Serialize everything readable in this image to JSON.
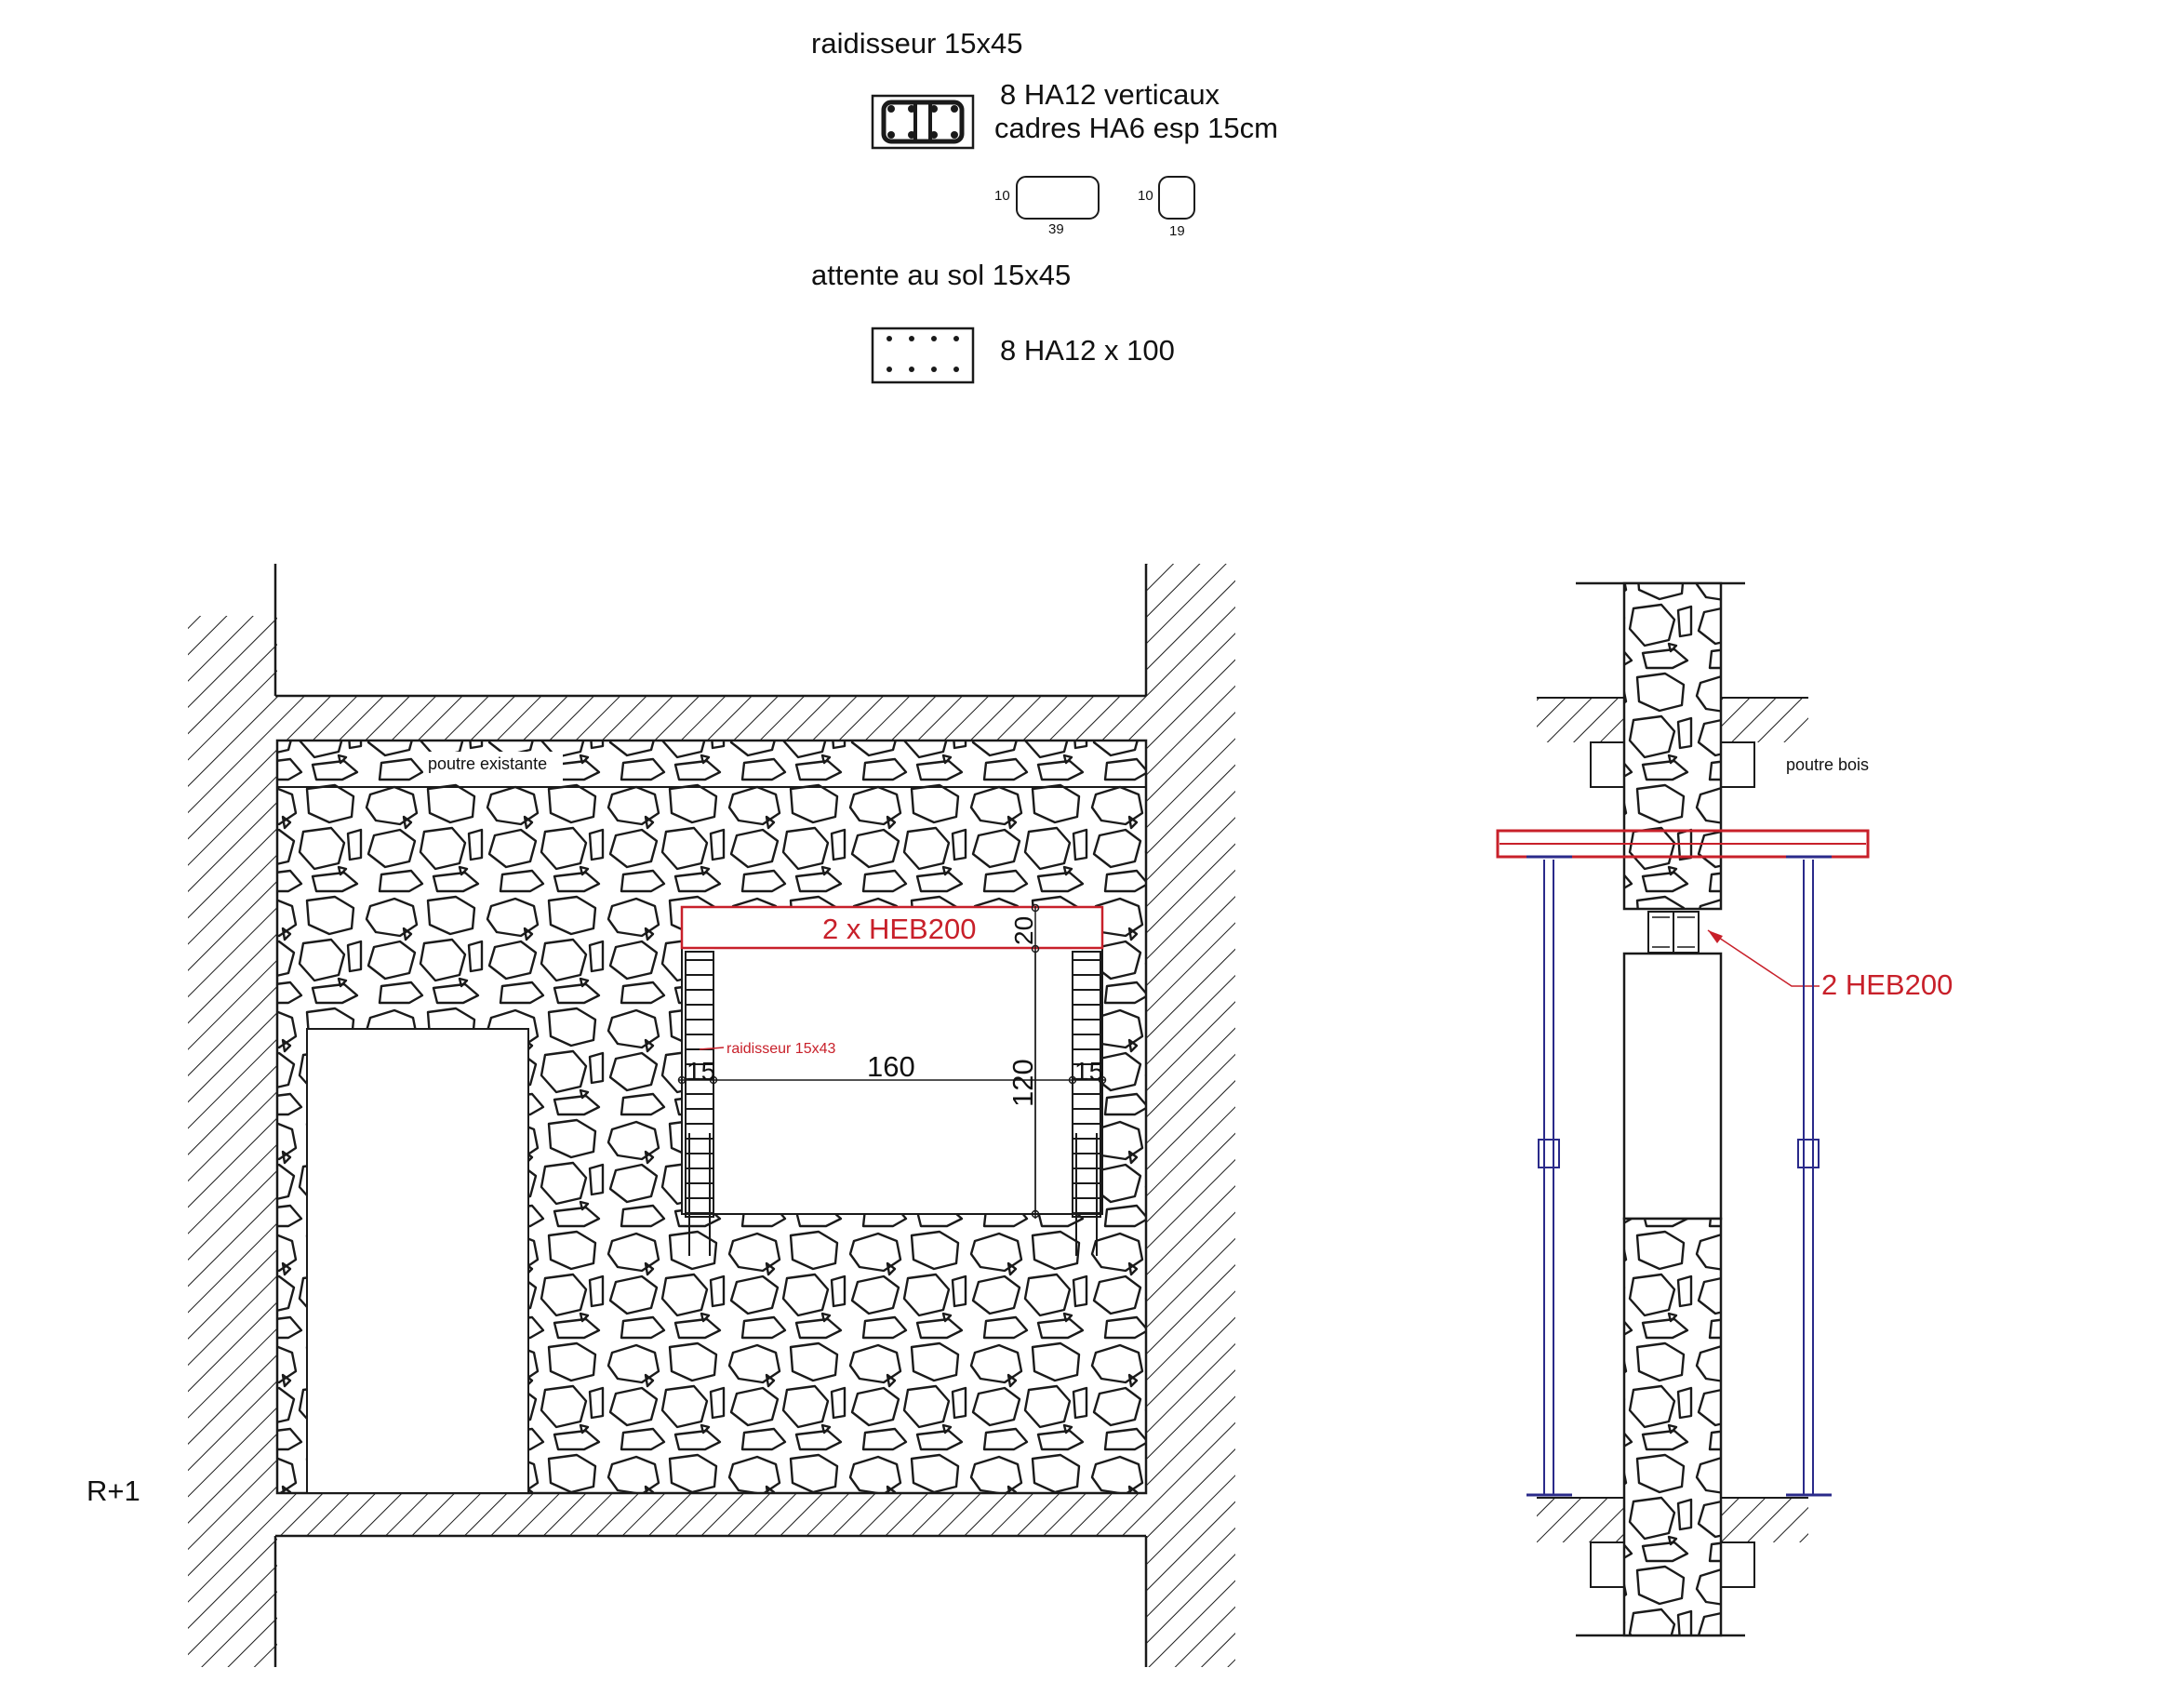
{
  "legend": {
    "raidisseur_title": "raidisseur 15x45",
    "raidisseur_line1": "8 HA12 verticaux",
    "raidisseur_line2": "cadres HA6 esp 15cm",
    "frame_a_height": "10",
    "frame_a_width": "39",
    "frame_b_height": "10",
    "frame_b_width": "19",
    "attente_title": "attente au sol 15x45",
    "attente_line": "8 HA12 x 100"
  },
  "elevation": {
    "beam_label": "poutre existante",
    "lintel_label": "2 x HEB200",
    "stiffener_label": "raidisseur 15x43",
    "dim_left": "15",
    "dim_width": "160",
    "dim_right": "15",
    "dim_lintel_height": "20",
    "dim_opening_height": "120",
    "level_label": "R+1"
  },
  "section": {
    "beam_label": "poutre bois",
    "steel_label": "2 HEB200"
  },
  "colors": {
    "line": "#1a1a1a",
    "steel": "#c8202a",
    "props": "#2a2a8a"
  }
}
